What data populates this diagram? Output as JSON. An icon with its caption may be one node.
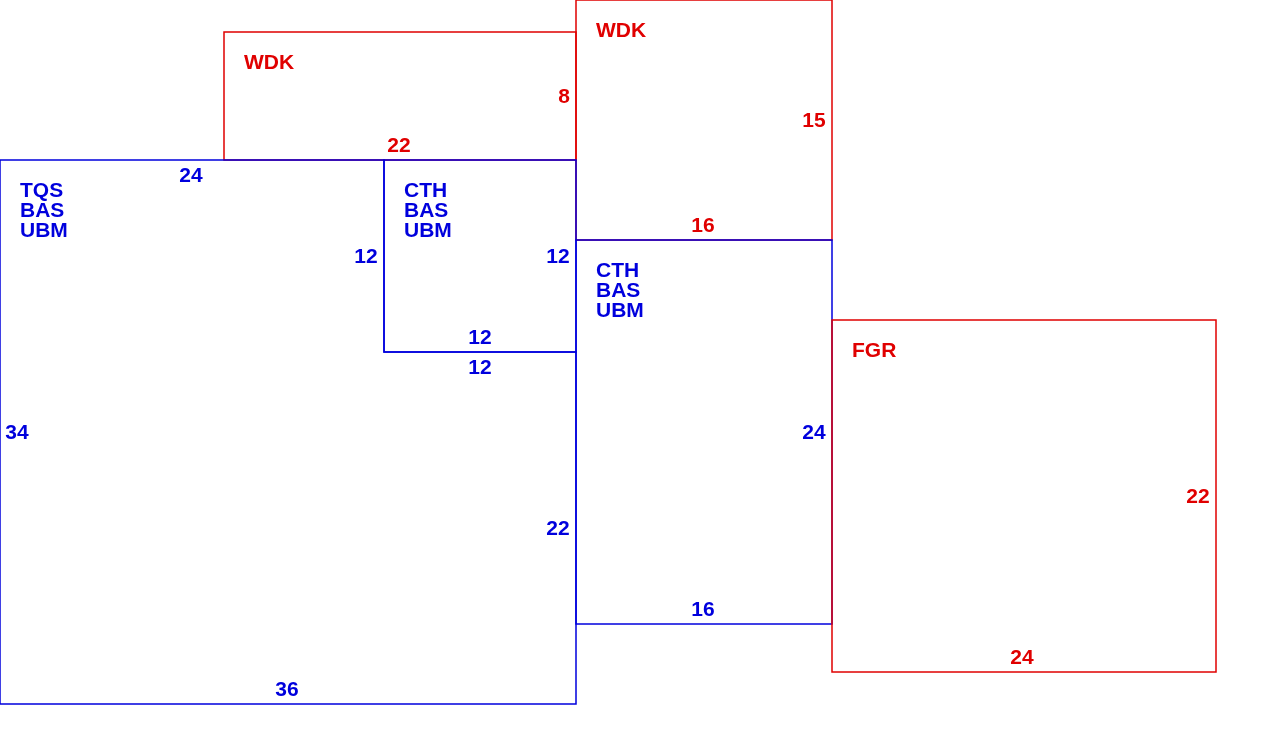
{
  "diagram": {
    "nodes": [
      {
        "text": [
          "WDK",
          "8",
          "22"
        ]
      },
      {
        "text": [
          "WDK",
          "15",
          "16"
        ]
      },
      {
        "text": [
          "TQS",
          "BAS",
          "UBM",
          "24",
          "12",
          "12",
          "34",
          "22",
          "36"
        ]
      },
      {
        "text": [
          "CTH",
          "BAS",
          "UBM",
          "12",
          "12"
        ]
      },
      {
        "text": [
          "CTH",
          "BAS",
          "UBM",
          "24",
          "16"
        ]
      },
      {
        "text": [
          "FGR",
          "22",
          "24"
        ]
      }
    ]
  }
}
